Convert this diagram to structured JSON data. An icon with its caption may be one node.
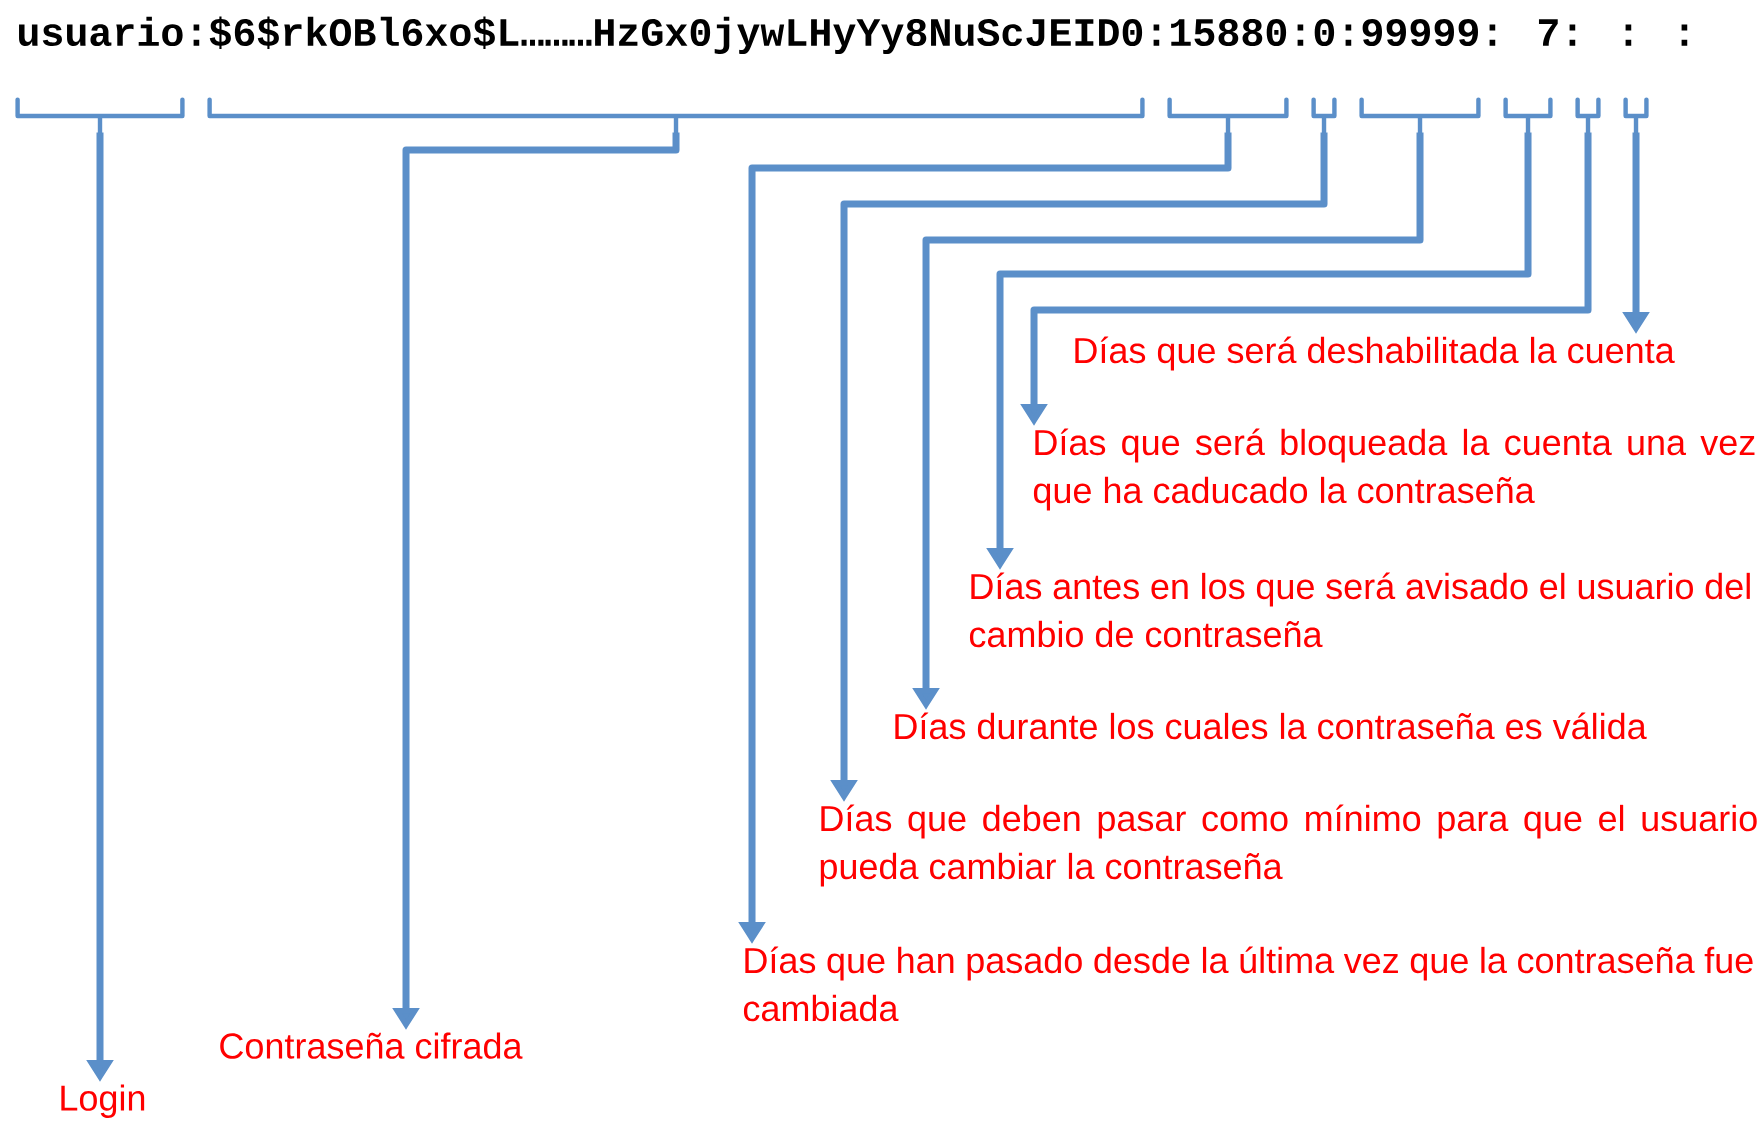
{
  "diagram": {
    "nodes": [
      {
        "text": [],
        "shape": "bracket"
      },
      {
        "text": [],
        "shape": "bracket"
      },
      {
        "text": [],
        "shape": "bracket"
      },
      {
        "text": [],
        "shape": "bracket"
      },
      {
        "text": [],
        "shape": "bracket"
      },
      {
        "text": [],
        "shape": "bracket"
      },
      {
        "text": [],
        "shape": "bracket"
      },
      {
        "text": [],
        "shape": "bracket"
      },
      {
        "text": [
          "Login"
        ]
      },
      {
        "text": [
          "Contraseña cifrada"
        ]
      },
      {
        "text": [
          "Días que han pasado desde la última vez que la contraseña fue cambiada"
        ]
      },
      {
        "text": [
          "Días que deben pasar como mínimo para que el usuario pueda cambiar la contraseña"
        ]
      },
      {
        "text": [
          "Días durante los cuales la contraseña es válida"
        ]
      },
      {
        "text": [
          "Días antes en los que será avisado el usuario del cambio de contraseña"
        ]
      },
      {
        "text": [
          "Días que será bloqueada la cuenta una vez que ha caducado la contraseña"
        ]
      },
      {
        "text": [
          "Días que será deshabilitada la cuenta"
        ]
      }
    ],
    "edges": [
      {
        "from": 0,
        "to": 8,
        "arrow": "to"
      },
      {
        "from": 1,
        "to": 9,
        "arrow": "to"
      },
      {
        "from": 2,
        "to": 10,
        "arrow": "to"
      },
      {
        "from": 3,
        "to": 11,
        "arrow": "to"
      },
      {
        "from": 4,
        "to": 12,
        "arrow": "to"
      },
      {
        "from": 5,
        "to": 13,
        "arrow": "to"
      },
      {
        "from": 6,
        "to": 14,
        "arrow": "to"
      },
      {
        "from": 7,
        "to": 15,
        "arrow": "to"
      }
    ],
    "labels": [
      "usuario:$6$rkOBl6xo$L………HzGx0jywLHyYy8NuScJEID0:15880:0:99999: 7: : :"
    ]
  }
}
